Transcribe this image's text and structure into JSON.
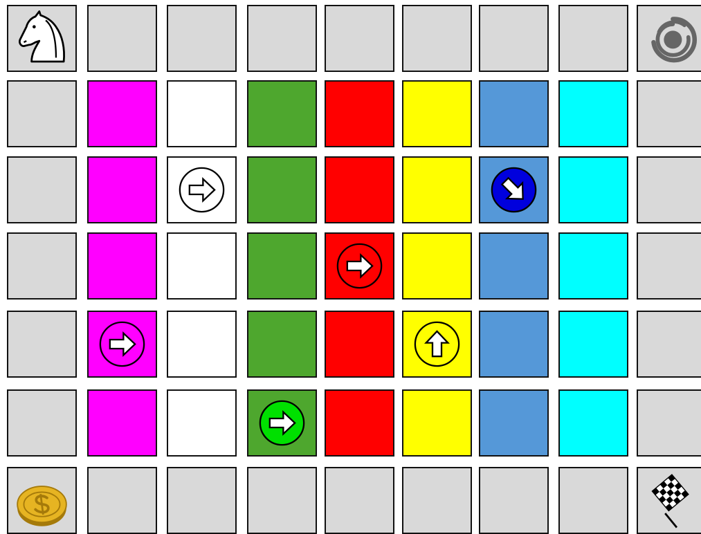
{
  "colors": {
    "border": "#111111",
    "gray": "#d9d9d9",
    "magenta": "#ff00ff",
    "white": "#ffffff",
    "green": "#4ea72e",
    "red": "#ff0000",
    "yellow": "#ffff00",
    "blue": "#5598d8",
    "cyan": "#00ffff",
    "arrow_fill": "#ffffff",
    "dir_green": "#00e000",
    "dir_blue": "#0000dd",
    "coin": "#e6b422",
    "coin_dark": "#a57a0a",
    "spiral": "#666666"
  },
  "board": {
    "rows": 7,
    "cols": 9,
    "cells": [
      [
        {
          "color": "gray",
          "icon": "knight"
        },
        {
          "color": "gray"
        },
        {
          "color": "gray"
        },
        {
          "color": "gray"
        },
        {
          "color": "gray"
        },
        {
          "color": "gray"
        },
        {
          "color": "gray"
        },
        {
          "color": "gray"
        },
        {
          "color": "gray",
          "icon": "vortex"
        }
      ],
      [
        {
          "color": "gray"
        },
        {
          "color": "magenta"
        },
        {
          "color": "white"
        },
        {
          "color": "green"
        },
        {
          "color": "red"
        },
        {
          "color": "yellow"
        },
        {
          "color": "blue"
        },
        {
          "color": "cyan"
        },
        {
          "color": "gray"
        }
      ],
      [
        {
          "color": "gray"
        },
        {
          "color": "magenta"
        },
        {
          "color": "white",
          "icon": "arrow",
          "dir": "right",
          "disc": "white"
        },
        {
          "color": "green"
        },
        {
          "color": "red"
        },
        {
          "color": "yellow"
        },
        {
          "color": "blue",
          "icon": "arrow",
          "dir": "down-right",
          "disc": "dir_blue"
        },
        {
          "color": "cyan"
        },
        {
          "color": "gray"
        }
      ],
      [
        {
          "color": "gray"
        },
        {
          "color": "magenta"
        },
        {
          "color": "white"
        },
        {
          "color": "green"
        },
        {
          "color": "red",
          "icon": "arrow",
          "dir": "right",
          "disc": "red"
        },
        {
          "color": "yellow"
        },
        {
          "color": "blue"
        },
        {
          "color": "cyan"
        },
        {
          "color": "gray"
        }
      ],
      [
        {
          "color": "gray"
        },
        {
          "color": "magenta",
          "icon": "arrow",
          "dir": "right",
          "disc": "magenta"
        },
        {
          "color": "white"
        },
        {
          "color": "green"
        },
        {
          "color": "red"
        },
        {
          "color": "yellow",
          "icon": "arrow",
          "dir": "up",
          "disc": "yellow"
        },
        {
          "color": "blue"
        },
        {
          "color": "cyan"
        },
        {
          "color": "gray"
        }
      ],
      [
        {
          "color": "gray"
        },
        {
          "color": "magenta"
        },
        {
          "color": "white"
        },
        {
          "color": "green",
          "icon": "arrow",
          "dir": "right",
          "disc": "dir_green"
        },
        {
          "color": "red"
        },
        {
          "color": "yellow"
        },
        {
          "color": "blue"
        },
        {
          "color": "cyan"
        },
        {
          "color": "gray"
        }
      ],
      [
        {
          "color": "gray",
          "icon": "coin"
        },
        {
          "color": "gray"
        },
        {
          "color": "gray"
        },
        {
          "color": "gray"
        },
        {
          "color": "gray"
        },
        {
          "color": "gray"
        },
        {
          "color": "gray"
        },
        {
          "color": "gray"
        },
        {
          "color": "gray",
          "icon": "finish-flag"
        }
      ]
    ]
  }
}
